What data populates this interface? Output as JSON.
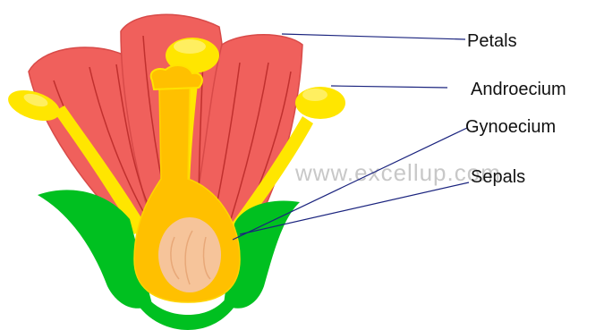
{
  "labels": {
    "petals": "Petals",
    "androecium": "Androecium",
    "gynoecium": "Gynoecium",
    "sepals": "Sepals"
  },
  "watermark": "www.excellup.com",
  "colors": {
    "petal": "#f0605c",
    "petal_outline": "#d84a48",
    "petal_line": "#c0302e",
    "stamen": "#ffe600",
    "gynoecium": "#ffc000",
    "ovary_inner": "#f6c49a",
    "sepal": "#00c020",
    "leader_line": "#1a237e",
    "background": "#ffffff"
  }
}
